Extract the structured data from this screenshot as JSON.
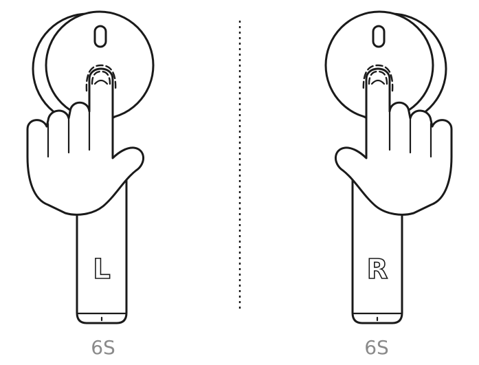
{
  "left_earbud": {
    "side_label": "L",
    "caption": "6S"
  },
  "right_earbud": {
    "side_label": "R",
    "caption": "6S"
  },
  "colors": {
    "line": "#1a1a1a",
    "caption": "#8a8a8a",
    "background": "#ffffff"
  }
}
